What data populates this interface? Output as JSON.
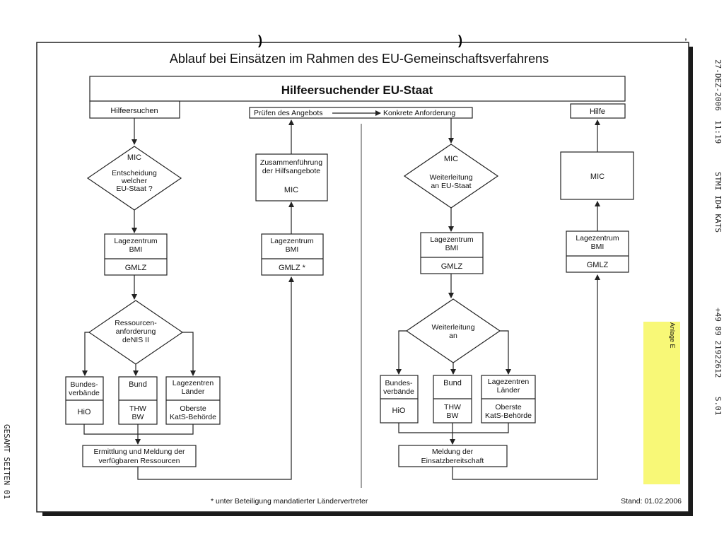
{
  "title": "Ablauf bei Einsätzen im Rahmen des EU-Gemeinschaftsverfahrens",
  "header": {
    "main": "Hilfeersuchender EU-Staat",
    "hilfeersuchen": "Hilfeersuchen",
    "pruefen": "Prüfen des Angebots",
    "konkrete": "Konkrete Anforderung",
    "hilfe": "Hilfe"
  },
  "left": {
    "mic": "MIC",
    "decision": [
      "Entscheidung",
      "welcher",
      "EU-Staat ?"
    ],
    "lage1": [
      "Lagezentrum",
      "BMI"
    ],
    "gmlz1": "GMLZ",
    "ressourcen": [
      "Ressourcen-",
      "anforderung",
      "deNIS II"
    ],
    "bund_verbaende": [
      "Bundes-",
      "verbände"
    ],
    "hio": "HiO",
    "bund": "Bund",
    "thw_bw": [
      "THW",
      "BW"
    ],
    "lagezentren": [
      "Lagezentren",
      "Länder"
    ],
    "oberste": [
      "Oberste",
      "KatS-Behörde"
    ],
    "ermittlung": [
      "Ermittlung und Meldung der",
      "verfügbaren Ressourcen"
    ],
    "zusammen": [
      "Zusammenführung",
      "der Hilfsangebote"
    ],
    "mic2": "MIC",
    "lage2": [
      "Lagezentrum",
      "BMI"
    ],
    "gmlz2": "GMLZ  *"
  },
  "right": {
    "mic": "MIC",
    "weiterleitung": [
      "Weiterleitung",
      "an EU-Staat"
    ],
    "lage1": [
      "Lagezentrum",
      "BMI"
    ],
    "gmlz1": "GMLZ",
    "weiter_an": [
      "Weiterleitung",
      "an"
    ],
    "bund_verbaende": [
      "Bundes-",
      "verbände"
    ],
    "hio": "HiO",
    "bund": "Bund",
    "thw_bw": [
      "THW",
      "BW"
    ],
    "lagezentren": [
      "Lagezentren",
      "Länder"
    ],
    "oberste": [
      "Oberste",
      "KatS-Behörde"
    ],
    "meldung": [
      "Meldung der",
      "Einsatzbereitschaft"
    ],
    "mic_box": "MIC",
    "lage2": [
      "Lagezentrum",
      "BMI"
    ],
    "gmlz2": "GMLZ"
  },
  "footer": {
    "note": "* unter Beteiligung mandatierter Ländervertreter",
    "stand": "Stand: 01.02.2006"
  },
  "fax_header": "27-DEZ-2006  11:19      STMI ID4 KATS                +49 89 21922612    S.01",
  "fax_footer": "GESAMT SEITEN 01",
  "sticky_note": "Anlage E",
  "colors": {
    "sticky": "#f8f877",
    "ink": "#111111"
  }
}
